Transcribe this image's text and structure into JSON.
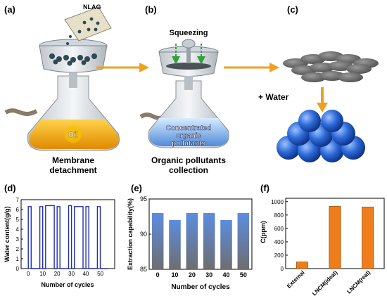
{
  "panels": {
    "a": {
      "tag": "(a)",
      "cup_label": "NLAG",
      "flask_label": "Oil",
      "caption_lines": [
        "Membrane",
        "detachment"
      ]
    },
    "b": {
      "tag": "(b)",
      "top_label": "Squeezing",
      "flask_lines": [
        "Concentrated",
        "organic",
        "pollutants"
      ],
      "caption_lines": [
        "Organic pollutants",
        "collection"
      ]
    },
    "c": {
      "tag": "(c)",
      "water_label": "+ Water"
    },
    "d": {
      "tag": "(d)"
    },
    "e": {
      "tag": "(e)"
    },
    "f": {
      "tag": "(f)"
    }
  },
  "colors": {
    "arrow": "#f0a020",
    "line_chart": "#1f2fb4",
    "bar_top": "#5b8de0",
    "bar_bottom": "#707070",
    "bar_orange": "#f07d1a",
    "oil": "#f0a000",
    "pollutant": "#6aa0e0",
    "sphere": "#2d6ad8"
  },
  "chart_data": [
    {
      "panel": "d",
      "type": "line",
      "xlabel": "Number of cycles",
      "ylabel": "Water content(g/g)",
      "xlim": [
        -5,
        60
      ],
      "ylim": [
        0,
        7
      ],
      "x_ticks": [
        "0",
        "10",
        "20",
        "30",
        "40",
        "50"
      ],
      "y_ticks": [
        "0",
        "1",
        "2",
        "3",
        "4",
        "5",
        "6",
        "7"
      ],
      "x": [
        0,
        0,
        2,
        2,
        8,
        8,
        10,
        10,
        12,
        12,
        18,
        18,
        20,
        20,
        22,
        22,
        28,
        28,
        30,
        30,
        32,
        32,
        38,
        38,
        40,
        40,
        42,
        42,
        48,
        48,
        50,
        50,
        55
      ],
      "y": [
        0,
        6.3,
        6.3,
        0,
        0,
        6.3,
        6.3,
        0,
        0,
        6.4,
        6.4,
        0,
        0,
        6.3,
        6.3,
        0,
        0,
        6.4,
        6.4,
        0,
        0,
        6.3,
        6.3,
        0,
        0,
        6.3,
        6.3,
        0,
        0,
        6.3,
        6.3,
        0,
        0
      ]
    },
    {
      "panel": "e",
      "type": "bar",
      "xlabel": "Number of cycles",
      "ylabel": "Extraction capability(%)",
      "ylim": [
        85,
        95
      ],
      "categories": [
        "0",
        "10",
        "20",
        "30",
        "40",
        "50"
      ],
      "values": [
        93,
        92,
        93,
        93,
        92,
        93
      ],
      "y_ticks": [
        "85",
        "90",
        "95"
      ]
    },
    {
      "panel": "f",
      "type": "bar",
      "xlabel": "",
      "ylabel": "C(ppm)",
      "ylim": [
        0,
        1050
      ],
      "categories": [
        "External",
        "LNCM(ideal)",
        "LNCM(real)"
      ],
      "values": [
        100,
        930,
        920
      ],
      "y_ticks": [
        "0",
        "200",
        "400",
        "600",
        "800",
        "1000"
      ]
    }
  ]
}
